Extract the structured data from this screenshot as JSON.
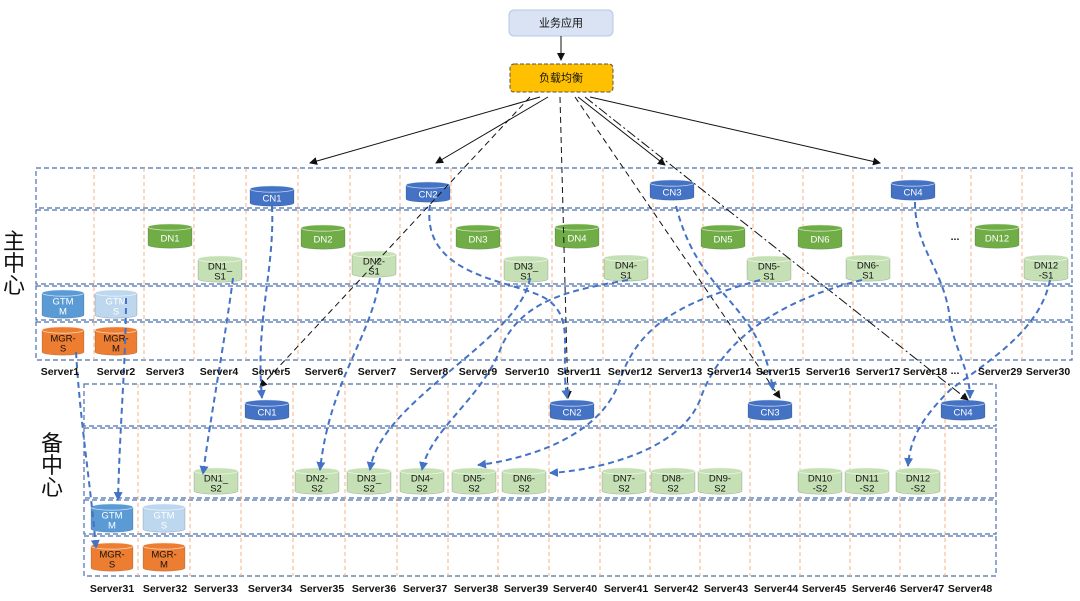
{
  "top": {
    "app_label": "业务应用",
    "lb_label": "负载均衡"
  },
  "primary": {
    "title": "主中心",
    "servers": [
      "Server1",
      "Server2",
      "Server3",
      "Server4",
      "Server5",
      "Server6",
      "Server7",
      "Server8",
      "Server9",
      "Server10",
      "Server11",
      "Server12",
      "Server13",
      "Server14",
      "Server15",
      "Server16",
      "Server17",
      "Server18",
      "Server29",
      "Server30"
    ],
    "ellipsis": "..."
  },
  "standby": {
    "title": "备中心",
    "servers": [
      "Server31",
      "Server32",
      "Server33",
      "Server34",
      "Server35",
      "Server36",
      "Server37",
      "Server38",
      "Server39",
      "Server40",
      "Server41",
      "Server42",
      "Server43",
      "Server44",
      "Server45",
      "Server46",
      "Server47",
      "Server48"
    ]
  },
  "primary_nodes": {
    "cn": [
      "CN1",
      "CN2",
      "CN3",
      "CN4"
    ],
    "dn": [
      "DN1",
      "DN2",
      "DN3",
      "DN4",
      "DN5",
      "DN6",
      "DN12"
    ],
    "dn_s1": [
      "DN1_\nS1",
      "DN2-\nS1",
      "DN3_\nS1",
      "DN4-\nS1",
      "DN5-\nS1",
      "DN6-\nS1",
      "DN12\n-S1"
    ],
    "gtm": [
      "GTM\nM",
      "GTM\nS"
    ],
    "mgr": [
      "MGR-\nS",
      "MGR-\nM"
    ]
  },
  "standby_nodes": {
    "cn": [
      "CN1",
      "CN2",
      "CN3",
      "CN4"
    ],
    "dn_s2": [
      "DN1_\nS2",
      "DN2-\nS2",
      "DN3_\nS2",
      "DN4-\nS2",
      "DN5-\nS2",
      "DN6-\nS2",
      "DN7-\nS2",
      "DN8-\nS2",
      "DN9-\nS2",
      "DN10\n-S2",
      "DN11\n-S2",
      "DN12\n-S2"
    ],
    "gtm": [
      "GTM\nM",
      "GTM\nS"
    ],
    "mgr": [
      "MGR-\nS",
      "MGR-\nM"
    ]
  },
  "colors": {
    "cn": "#4472c4",
    "dn": "#70ad47",
    "dn_replica": "#c5e0b4",
    "gtm": "#5b9bd5",
    "gtm_standby": "#bdd7ee",
    "mgr": "#ed7d31",
    "lb_fill": "#ffc000",
    "app_fill": "#dae3f3",
    "arrow_blue": "#4472c4",
    "region_border": "#4a6fb0",
    "server_line": "#f4b183"
  }
}
